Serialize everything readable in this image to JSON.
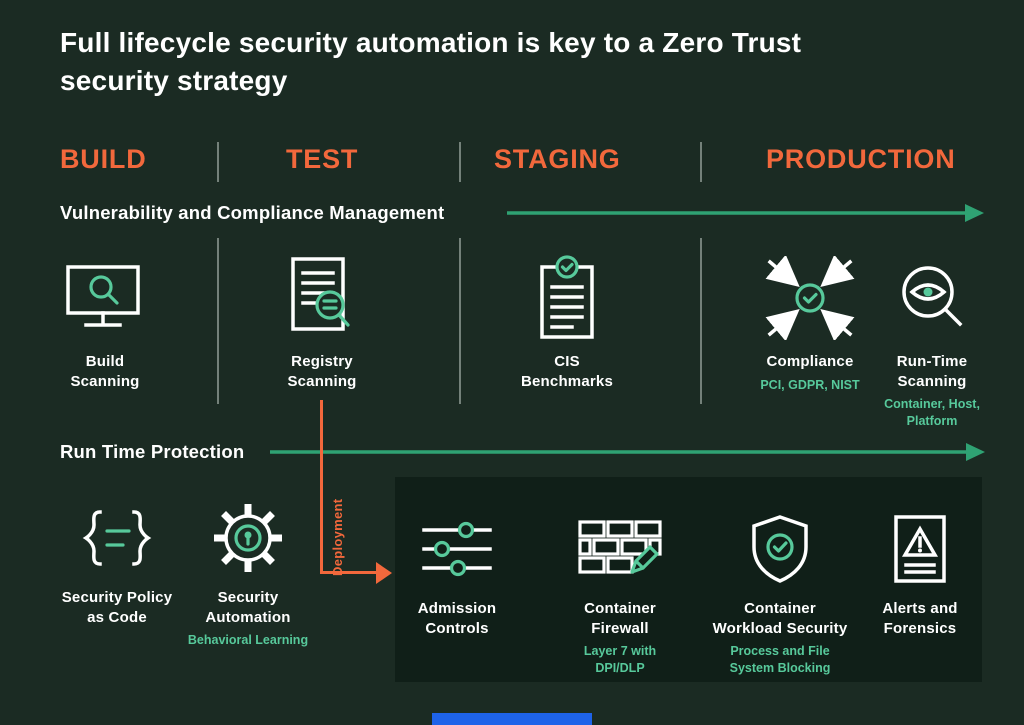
{
  "colors": {
    "background": "#1B2B23",
    "panel": "#101F18",
    "orange": "#F2683C",
    "arrow_green": "#2FA273",
    "accent_green": "#57C99B",
    "blue_bar": "#1E63E9"
  },
  "header": {
    "title": "Full lifecycle security automation is key to a Zero Trust\nsecurity strategy"
  },
  "stages": [
    {
      "label": "BUILD"
    },
    {
      "label": "TEST"
    },
    {
      "label": "STAGING"
    },
    {
      "label": "PRODUCTION"
    }
  ],
  "tracks": {
    "vulnerability_label": "Vulnerability and Compliance Management",
    "runtime_label": "Run Time Protection",
    "deployment_label": "Deployment"
  },
  "top_row": [
    {
      "label": "Build\nScanning",
      "icon": "monitor-search"
    },
    {
      "label": "Registry\nScanning",
      "icon": "document-search"
    },
    {
      "label": "CIS\nBenchmarks",
      "icon": "clipboard-check"
    },
    {
      "label": "Compliance",
      "sub": "PCI, GDPR, NIST",
      "icon": "converging-arrows-check"
    },
    {
      "label": "Run-Time\nScanning",
      "sub": "Container, Host,\nPlatform",
      "icon": "eye-magnifier"
    }
  ],
  "bottom_row": [
    {
      "label": "Security Policy\nas Code",
      "icon": "code-braces"
    },
    {
      "label": "Security\nAutomation",
      "sub": "Behavioral Learning",
      "icon": "gear-lock"
    }
  ],
  "runtime_panel": [
    {
      "label": "Admission\nControls",
      "icon": "sliders"
    },
    {
      "label": "Container\nFirewall",
      "sub": "Layer 7 with\nDPI/DLP",
      "icon": "firewall-pencil"
    },
    {
      "label": "Container\nWorkload Security",
      "sub": "Process and File\nSystem Blocking",
      "icon": "shield-check"
    },
    {
      "label": "Alerts and\nForensics",
      "icon": "document-alert"
    }
  ]
}
